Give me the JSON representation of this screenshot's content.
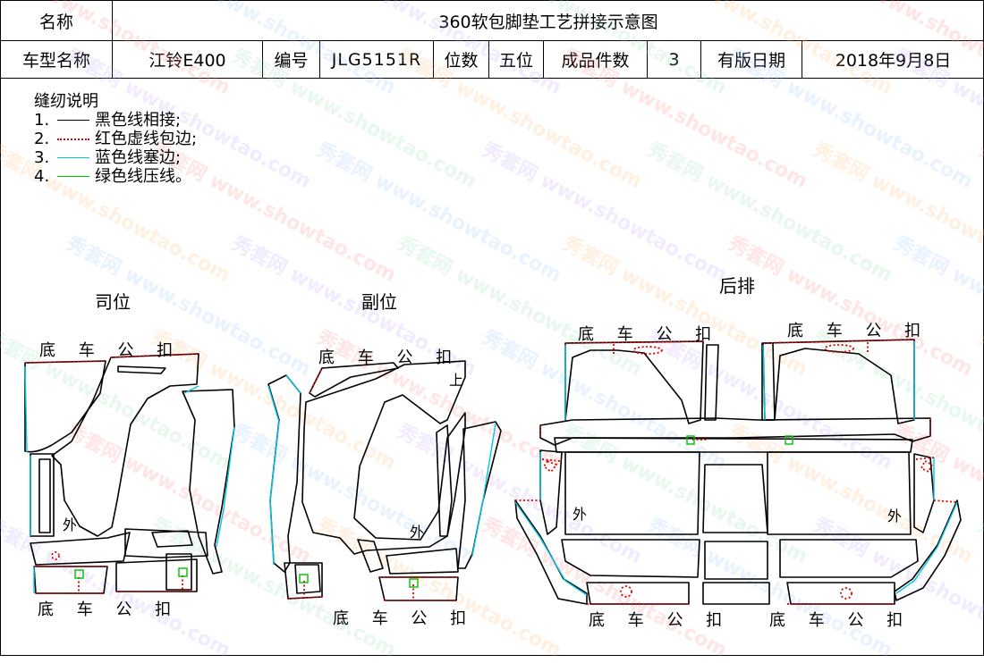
{
  "header": {
    "name_label": "名称",
    "title": "360软包脚垫工艺拼接示意图",
    "model_label": "车型名称",
    "model_value": "江铃E400",
    "code_label": "编号",
    "code_value": "JLG5151R",
    "seats_label": "位数",
    "seats_value": "五位",
    "pieces_label": "成品件数",
    "pieces_value": "3",
    "date_label": "有版日期",
    "date_value": "2018年9月8日"
  },
  "legend": {
    "title": "缝纫说明",
    "items": [
      {
        "num": "1.",
        "text": "黑色线相接;",
        "color": "#000000",
        "style": "solid"
      },
      {
        "num": "2.",
        "text": "红色虚线包边;",
        "color": "#e00000",
        "style": "dotted"
      },
      {
        "num": "3.",
        "text": "蓝色线塞边;",
        "color": "#00c8e0",
        "style": "solid"
      },
      {
        "num": "4.",
        "text": "绿色线压线。",
        "color": "#00c000",
        "style": "solid"
      }
    ]
  },
  "sections": {
    "driver": "司位",
    "passenger": "副位",
    "rear": "后排"
  },
  "labels": {
    "bottom_buckle": "底 车 公 扣",
    "outer": "外",
    "top": "上"
  },
  "watermark": {
    "brand": "秀套网",
    "url": "www.showtao.com"
  }
}
